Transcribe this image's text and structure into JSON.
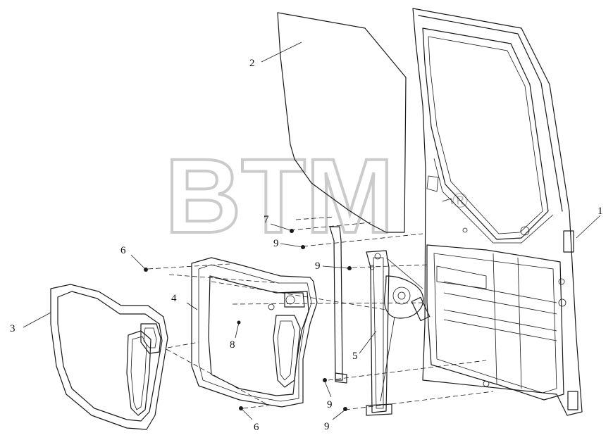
{
  "watermark": {
    "text": "BTM",
    "mark": "®"
  },
  "callouts": [
    {
      "id": "1",
      "part": "door-frame"
    },
    {
      "id": "2",
      "part": "window-glass"
    },
    {
      "id": "3",
      "part": "inner-trim-panel"
    },
    {
      "id": "4",
      "part": "inner-door-panel"
    },
    {
      "id": "5",
      "part": "window-regulator"
    },
    {
      "id": "6",
      "part": "fastener-upper"
    },
    {
      "id": "6",
      "part": "fastener-lower"
    },
    {
      "id": "7",
      "part": "bolt-top"
    },
    {
      "id": "8",
      "part": "panel-fastener"
    },
    {
      "id": "9",
      "part": "bolt-a"
    },
    {
      "id": "9",
      "part": "bolt-b"
    },
    {
      "id": "9",
      "part": "bolt-c"
    },
    {
      "id": "9",
      "part": "bolt-d"
    }
  ]
}
